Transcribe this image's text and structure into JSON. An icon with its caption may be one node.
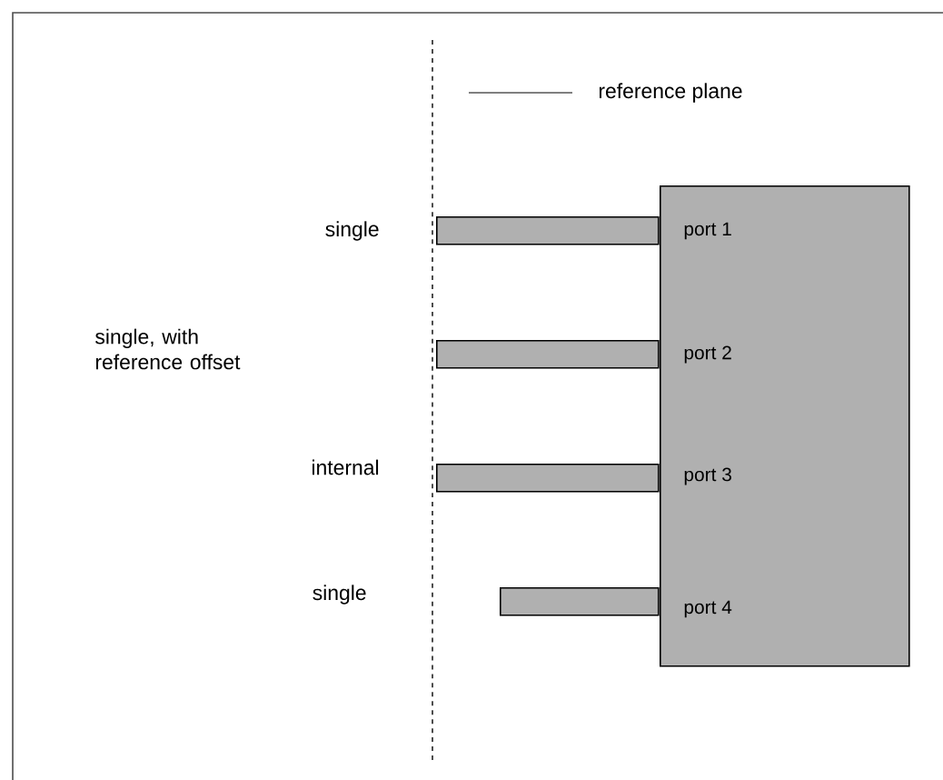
{
  "diagram": {
    "nodes": [
      {
        "text": [
          "port 1",
          "port 2",
          "port 3",
          "port 4"
        ]
      },
      {
        "text": [],
        "shape": "bar"
      },
      {
        "text": [],
        "shape": "bar"
      },
      {
        "text": [],
        "shape": "bar"
      },
      {
        "text": [],
        "shape": "bar"
      }
    ],
    "edges": [],
    "labels": [
      "single",
      "single, with reference offset",
      "internal",
      "single"
    ],
    "legend": [
      {
        "text": "reference plane"
      }
    ]
  }
}
